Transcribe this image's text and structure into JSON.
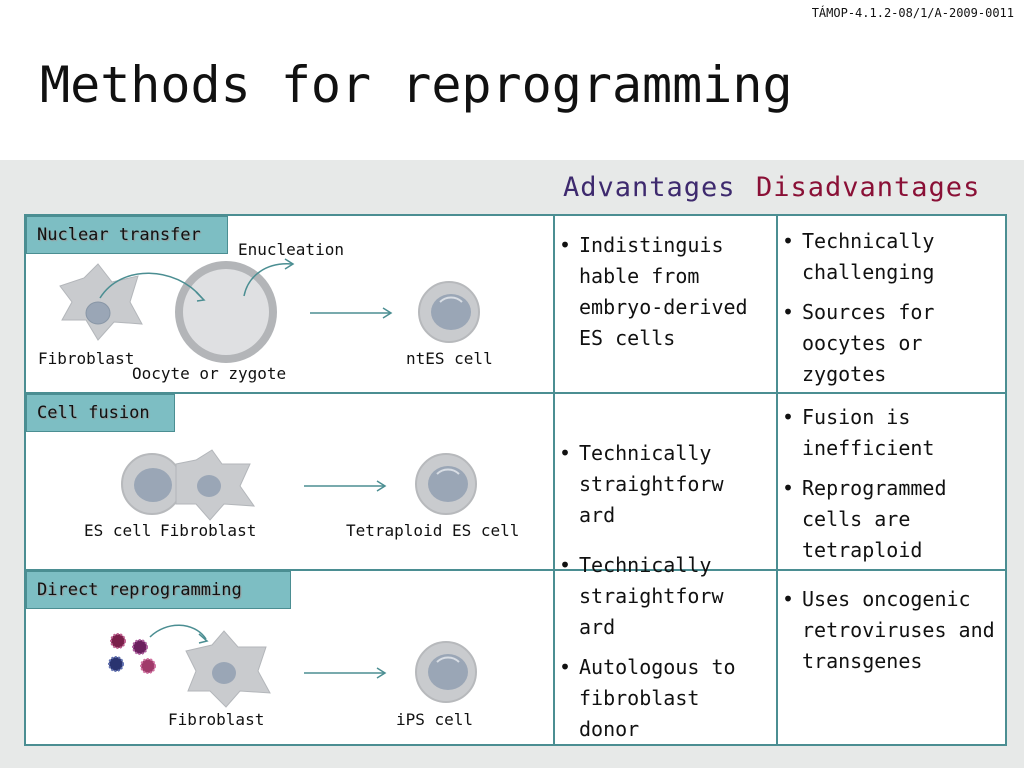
{
  "header": {
    "code": "TÁMOP-4.1.2-08/1/A-2009-0011",
    "title": "Methods for reprogramming"
  },
  "columns": {
    "advantages": "Advantages",
    "disadvantages": "Disadvantages"
  },
  "rows": [
    {
      "method": "Nuclear transfer",
      "labels": {
        "step": "Enucleation",
        "source": "Fibroblast",
        "host": "Oocyte or zygote",
        "result": "ntES cell"
      },
      "advantages": [
        "Indistinguis hable from embryo-derived ES cells"
      ],
      "disadvantages": [
        "Technically challenging",
        "Sources for oocytes or zygotes"
      ]
    },
    {
      "method": "Cell fusion",
      "labels": {
        "a": "ES cell",
        "b": "Fibroblast",
        "result": "Tetraploid ES cell"
      },
      "advantages": [
        "Technically straightforw ard"
      ],
      "disadvantages": [
        "Fusion is inefficient",
        "Reprogrammed cells are tetraploid"
      ]
    },
    {
      "method": "Direct reprogramming",
      "labels": {
        "source": "Fibroblast",
        "result": "iPS cell"
      },
      "advantages": [
        "Technically straightforw ard",
        "Autologous to fibroblast donor"
      ],
      "disadvantages": [
        "Uses oncogenic retroviruses and transgenes"
      ]
    }
  ],
  "colors": {
    "teal_tag": "#7dbec3",
    "border": "#4b8e92",
    "advantages": "#3e2a6e",
    "disadvantages": "#8a1036"
  }
}
